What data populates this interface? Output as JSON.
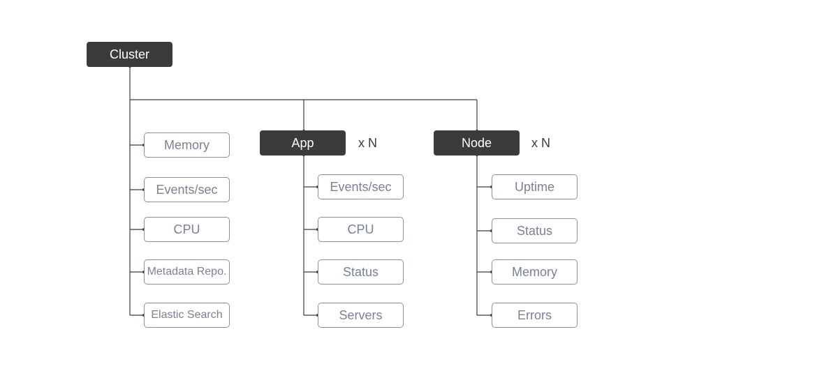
{
  "diagram": {
    "root": {
      "label": "Cluster"
    },
    "cluster_metrics": [
      "Memory",
      "Events/sec",
      "CPU",
      "Metadata Repo.",
      "Elastic Search"
    ],
    "app": {
      "label": "App",
      "multiplicity": "x N",
      "metrics": [
        "Events/sec",
        "CPU",
        "Status",
        "Servers"
      ]
    },
    "node": {
      "label": "Node",
      "multiplicity": "x N",
      "metrics": [
        "Uptime",
        "Status",
        "Memory",
        "Errors"
      ]
    }
  },
  "colors": {
    "dark_node": "#3b3b3b",
    "leaf_border": "#8a8f9c",
    "leaf_text": "#7a8194",
    "connector": "#3b3b3b"
  }
}
